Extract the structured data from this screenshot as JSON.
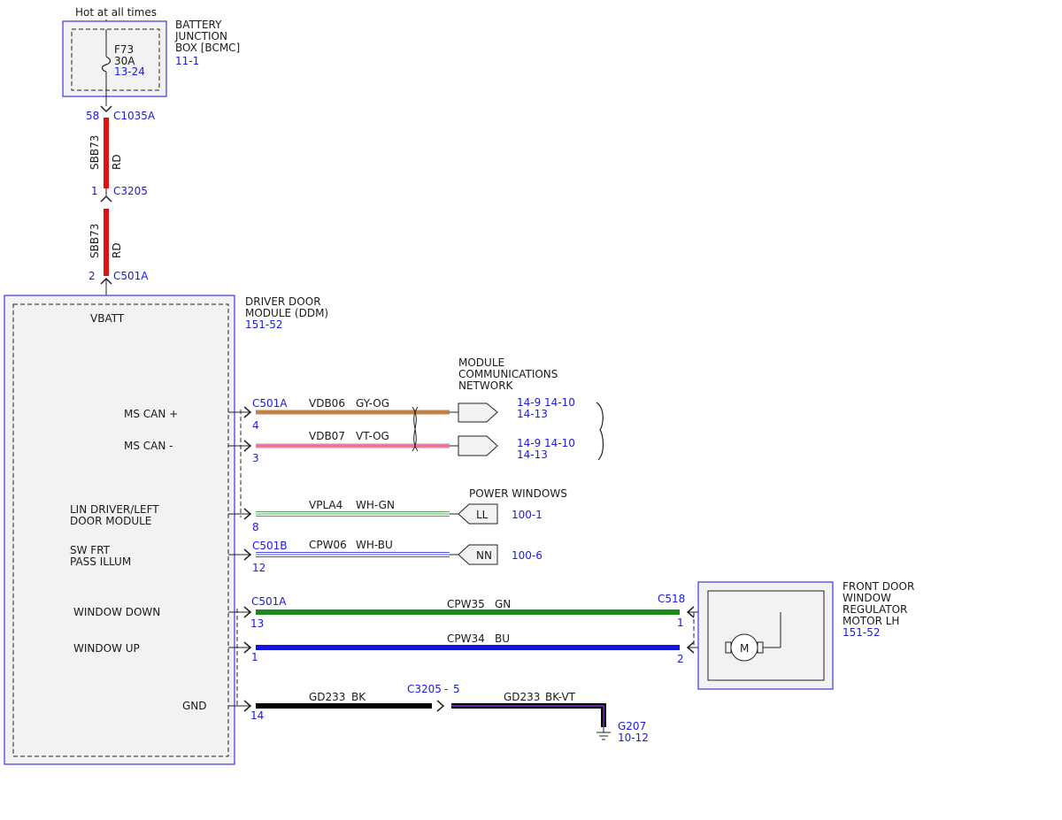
{
  "colors": {
    "red": "#e01010",
    "orange": "#d9822b",
    "grey": "#8a8a8a",
    "violet": "#8a2be2",
    "pink": "#e87ac4",
    "green": "#1a8a1a",
    "blue": "#1414e0",
    "black": "#000000",
    "white": "#ffffff",
    "label_blue": "#1a1adc",
    "box_outline": "#3a3ae0"
  },
  "top": {
    "hot_text": "Hot at all times",
    "fuse_id": "F73",
    "fuse_rating": "30A",
    "fuse_ref": "13-24",
    "bjb_line1": "BATTERY",
    "bjb_line2": "JUNCTION",
    "bjb_line3": "BOX [BCMC]",
    "bjb_ref": "11-1"
  },
  "feed": {
    "c1035a_pin": "58",
    "c1035a": "C1035A",
    "circuit1": "SBB73",
    "color1": "RD",
    "c3205_pin": "1",
    "c3205": "C3205",
    "circuit2": "SBB73",
    "color2": "RD",
    "c501a_pin": "2",
    "c501a": "C501A"
  },
  "ddm": {
    "line1": "DRIVER DOOR",
    "line2": "MODULE (DDM)",
    "ref": "151-52",
    "vbatt": "VBATT",
    "ms_can_plus": "MS CAN +",
    "ms_can_minus": "MS CAN -",
    "lin_line1": "LIN DRIVER/LEFT",
    "lin_line2": "DOOR MODULE",
    "sw_line1": "SW FRT",
    "sw_line2": "PASS ILLUM",
    "window_down": "WINDOW DOWN",
    "window_up": "WINDOW UP",
    "gnd": "GND"
  },
  "network": {
    "line1": "MODULE",
    "line2": "COMMUNICATIONS",
    "line3": "NETWORK",
    "can_plus": {
      "connector": "C501A",
      "pin": "4",
      "circuit": "VDB06",
      "color": "GY-OG",
      "ref1": "14-9  14-10",
      "ref2": "14-13"
    },
    "can_minus": {
      "pin": "3",
      "circuit": "VDB07",
      "color": "VT-OG",
      "ref1": "14-9  14-10",
      "ref2": "14-13"
    }
  },
  "power_windows": {
    "title": "POWER WINDOWS",
    "lin": {
      "pin": "8",
      "circuit": "VPLA4",
      "color": "WH-GN",
      "tag": "LL",
      "ref": "100-1"
    },
    "illum": {
      "connector": "C501B",
      "pin": "12",
      "circuit": "CPW06",
      "color": "WH-BU",
      "tag": "NN",
      "ref": "100-6"
    }
  },
  "motor_circuits": {
    "connector": "C501A",
    "down": {
      "pin": "13",
      "circuit": "CPW35",
      "color": "GN",
      "motor_pin": "1"
    },
    "up": {
      "pin": "1",
      "circuit": "CPW34",
      "color": "BU",
      "motor_pin": "2"
    },
    "motor_connector": "C518"
  },
  "motor": {
    "line1": "FRONT DOOR",
    "line2": "WINDOW",
    "line3": "REGULATOR",
    "line4": "MOTOR LH",
    "ref": "151-52",
    "symbol": "M"
  },
  "ground": {
    "pin": "14",
    "circuit1": "GD233",
    "color1": "BK",
    "inline": "C3205",
    "inline_pin": "5",
    "circuit2": "GD233",
    "color2": "BK-VT",
    "ground_id": "G207",
    "ground_ref": "10-12"
  }
}
